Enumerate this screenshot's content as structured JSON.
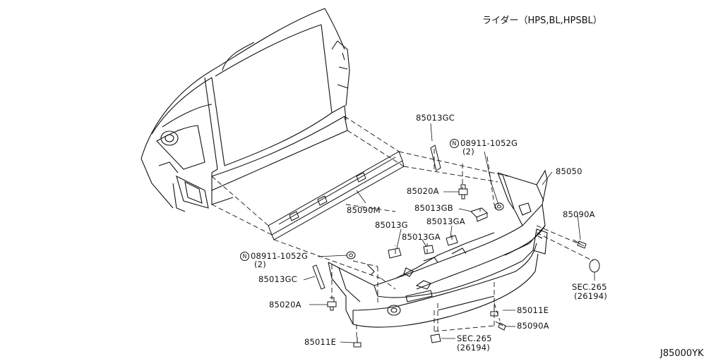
{
  "diagram": {
    "title": "ライダー（HPS,BL,HPSBL）",
    "drawing_code": "J85000YK",
    "labels": {
      "p85013GC_top": "85013GC",
      "p08911_top_num": "08911-1052G",
      "p08911_top_qty": "(2)",
      "p85050": "85050",
      "p85020A_top": "85020A",
      "p85090M": "85090M",
      "p85013GB": "85013GB",
      "p85013GA": "85013GA",
      "p85090A_right": "85090A",
      "p85013G": "85013G",
      "p85013GA_2": "85013GA",
      "p08911_left_num": "08911-1052G",
      "p08911_left_qty": "(2)",
      "p85013GC_left": "85013GC",
      "p85020A_left": "85020A",
      "p85011E_left": "85011E",
      "p85011E_right": "85011E",
      "p85090A_bottom": "85090A",
      "sec265_right": "SEC.265",
      "sec265_right_ref": "(26194)",
      "sec265_bottom": "SEC.265",
      "sec265_bottom_ref": "(26194)"
    }
  }
}
